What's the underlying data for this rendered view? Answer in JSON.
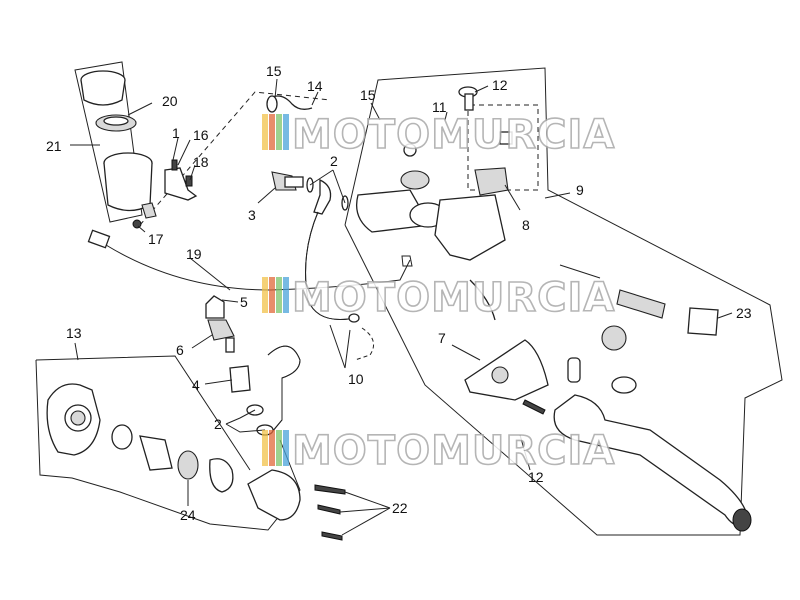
{
  "watermark": {
    "text": "MOTOMURCIA",
    "stripe_colors": [
      "#f2c24a",
      "#e0683a",
      "#7cc46b",
      "#4aa3d9"
    ]
  },
  "callouts": {
    "c1": "1",
    "c2a": "2",
    "c2b": "2",
    "c3": "3",
    "c4": "4",
    "c5": "5",
    "c6": "6",
    "c7": "7",
    "c8": "8",
    "c9": "9",
    "c10": "10",
    "c11": "11",
    "c12a": "12",
    "c12b": "12",
    "c13": "13",
    "c14": "14",
    "c15a": "15",
    "c15b": "15",
    "c16": "16",
    "c17": "17",
    "c18": "18",
    "c19": "19",
    "c20": "20",
    "c21": "21",
    "c22": "22",
    "c23": "23",
    "c24": "24"
  }
}
